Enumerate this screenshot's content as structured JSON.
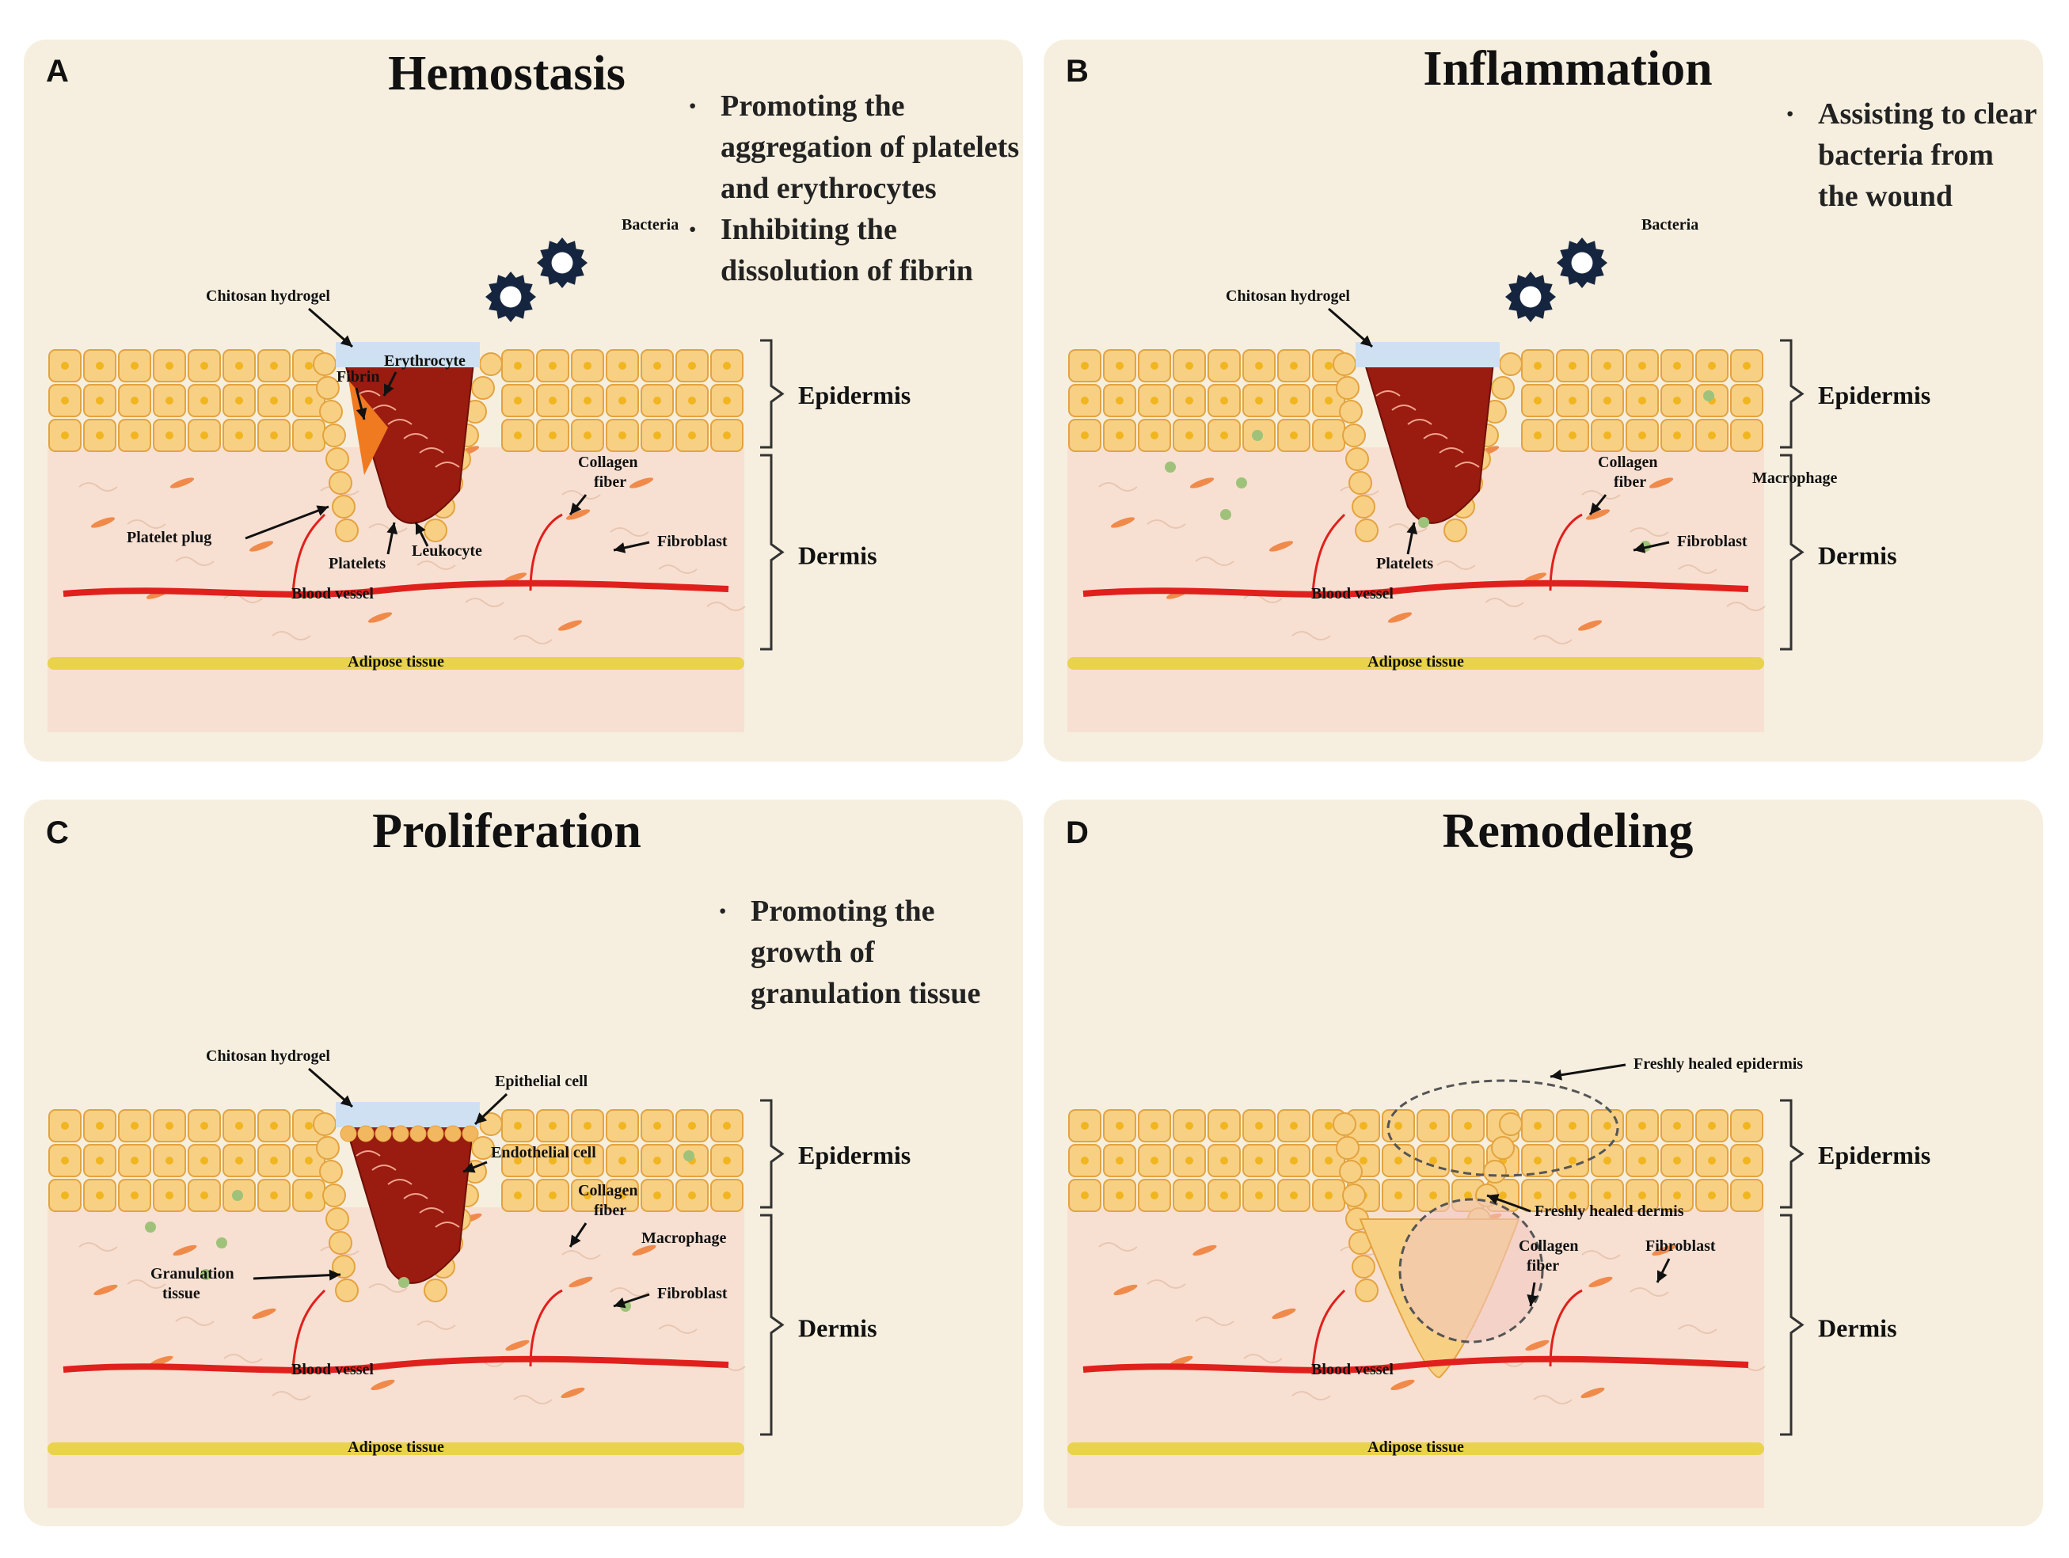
{
  "panels": [
    {
      "letter": "A",
      "title": "Hemostasis",
      "bullets": [
        "Promoting the aggregation of platelets and erythrocytes",
        "Inhibiting the dissolution of fibrin"
      ],
      "labels": {
        "bacteria": "Bacteria",
        "hydrogel": "Chitosan hydrogel",
        "erythrocyte": "Erythrocyte",
        "fibrin": "Fibrin",
        "collagen": "Collagen fiber",
        "platelet_plug": "Platelet plug",
        "leukocyte": "Leukocyte",
        "platelets": "Platelets",
        "fibroblast": "Fibroblast",
        "blood_vessel": "Blood vessel",
        "adipose": "Adipose tissue",
        "epidermis": "Epidermis",
        "dermis": "Dermis"
      }
    },
    {
      "letter": "B",
      "title": "Inflammation",
      "bullets": [
        "Assisting to clear bacteria from the wound"
      ],
      "labels": {
        "bacteria": "Bacteria",
        "hydrogel": "Chitosan hydrogel",
        "collagen": "Collagen fiber",
        "macrophage": "Macrophage",
        "fibroblast": "Fibroblast",
        "platelets": "Platelets",
        "blood_vessel": "Blood vessel",
        "adipose": "Adipose tissue",
        "epidermis": "Epidermis",
        "dermis": "Dermis"
      }
    },
    {
      "letter": "C",
      "title": "Proliferation",
      "bullets": [
        "Promoting the growth of granulation tissue"
      ],
      "labels": {
        "hydrogel": "Chitosan hydrogel",
        "epithelial": "Epithelial cell",
        "endothelial": "Endothelial cell",
        "collagen": "Collagen fiber",
        "granulation": "Granulation tissue",
        "macrophage": "Macrophage",
        "fibroblast": "Fibroblast",
        "blood_vessel": "Blood vessel",
        "adipose": "Adipose tissue",
        "epidermis": "Epidermis",
        "dermis": "Dermis"
      }
    },
    {
      "letter": "D",
      "title": "Remodeling",
      "bullets": [],
      "labels": {
        "healed_epidermis": "Freshly healed epidermis",
        "healed_dermis": "Freshly healed dermis",
        "collagen": "Collagen fiber",
        "fibroblast": "Fibroblast",
        "blood_vessel": "Blood vessel",
        "adipose": "Adipose tissue",
        "epidermis": "Epidermis",
        "dermis": "Dermis"
      }
    }
  ],
  "colors": {
    "panel_bg": "#f6efdf",
    "dermis": "#f7e0d2",
    "cell_fill": "#f8d083",
    "cell_stroke": "#e3a340",
    "nucleus": "#f1b520",
    "wound": "#9a1b10",
    "hydrogel": "#cfe0f2",
    "vessel": "#e0201c",
    "adipose": "#e9d34a",
    "fibroblast": "#f08a4b",
    "bacteria": "#16253f",
    "macrophage": "#9fc27a"
  }
}
